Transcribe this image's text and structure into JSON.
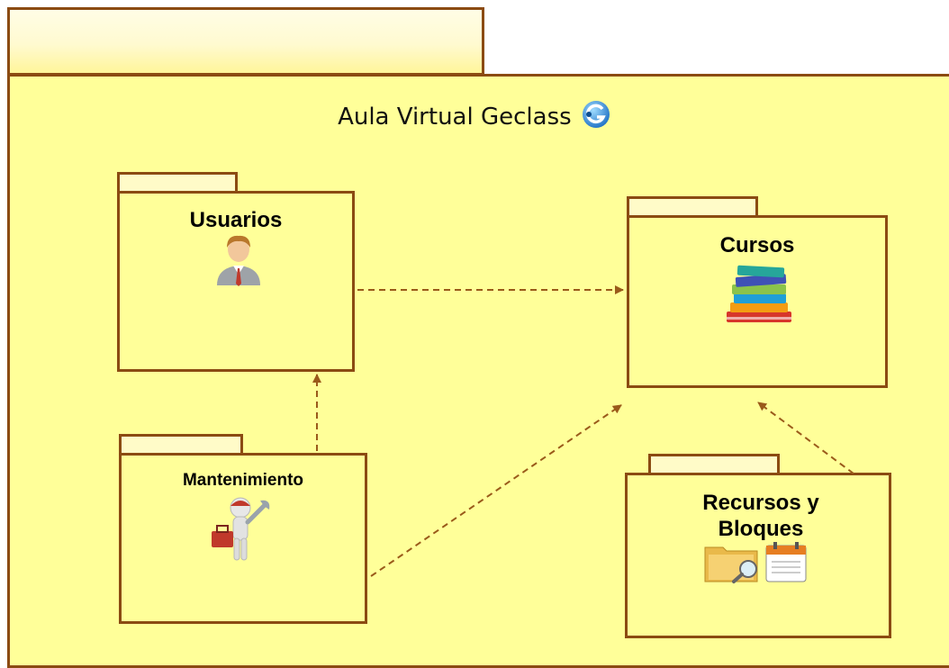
{
  "diagram": {
    "title": "Aula Virtual Geclass",
    "colors": {
      "border": "#8b4b12",
      "fill": "#ffff99",
      "tab_fill": "#fffbc8",
      "arrow": "#9a5a1a"
    },
    "packages": {
      "usuarios": {
        "label": "Usuarios",
        "icon": "user-icon"
      },
      "cursos": {
        "label": "Cursos",
        "icon": "books-icon"
      },
      "mantenimiento": {
        "label": "Mantenimiento",
        "icon": "maintenance-icon"
      },
      "recursos": {
        "label": "Recursos y Bloques",
        "icon": "folder-calendar-icon"
      }
    },
    "dependencies": [
      {
        "from": "Usuarios",
        "to": "Cursos"
      },
      {
        "from": "Mantenimiento",
        "to": "Usuarios"
      },
      {
        "from": "Mantenimiento",
        "to": "Cursos"
      },
      {
        "from": "Recursos y Bloques",
        "to": "Cursos"
      }
    ]
  }
}
